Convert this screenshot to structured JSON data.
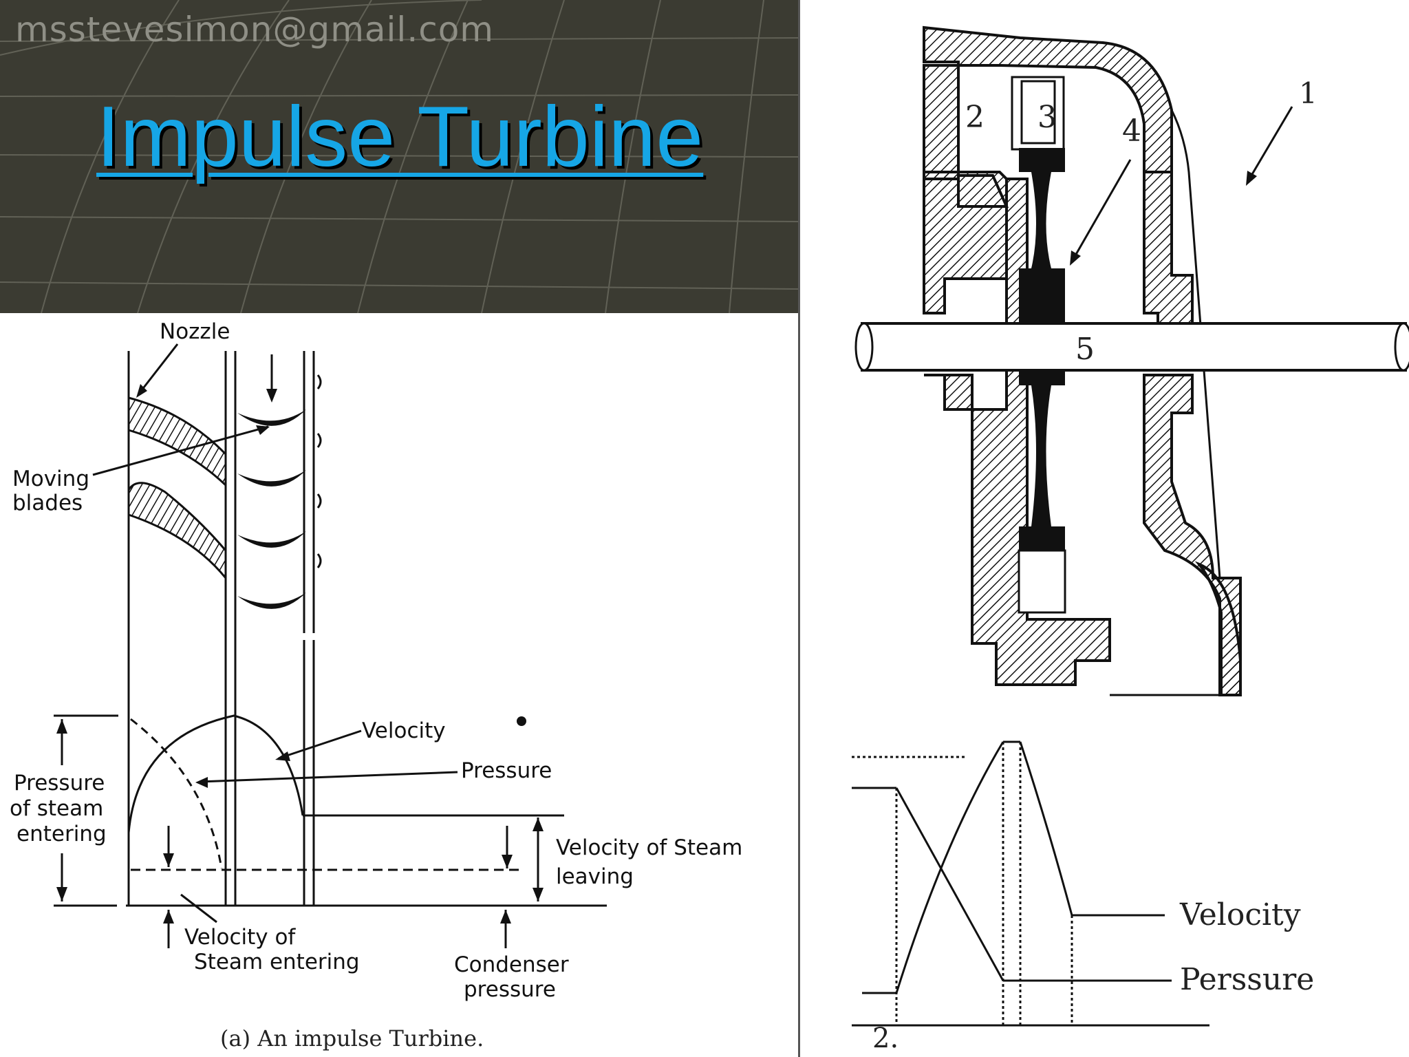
{
  "header": {
    "email": "msstevesimon@gmail.com",
    "title": "Impulse Turbine"
  },
  "left_diagram": {
    "labels": {
      "nozzle": "Nozzle",
      "moving_blades_1": "Moving",
      "moving_blades_2": "blades",
      "velocity": "Velocity",
      "pressure": "Pressure",
      "pressure_entering_1": "Pressure",
      "pressure_entering_2": "of steam",
      "pressure_entering_3": "entering",
      "velocity_leaving_1": "Velocity of Steam",
      "velocity_leaving_2": "leaving",
      "velocity_entering_1": "Velocity of",
      "velocity_entering_2": "Steam entering",
      "condenser_1": "Condenser",
      "condenser_2": "pressure",
      "caption": "(a) An impulse Turbine."
    }
  },
  "right_diagram": {
    "part_numbers": [
      "1",
      "2",
      "3",
      "4",
      "5"
    ],
    "labels": {
      "velocity": "Velocity",
      "pressure": "Perssure",
      "figure_number": "2."
    }
  },
  "colors": {
    "header_bg": "#3b3b32",
    "title": "#16a6e6",
    "email": "#8f8f86",
    "ink": "#111111"
  }
}
